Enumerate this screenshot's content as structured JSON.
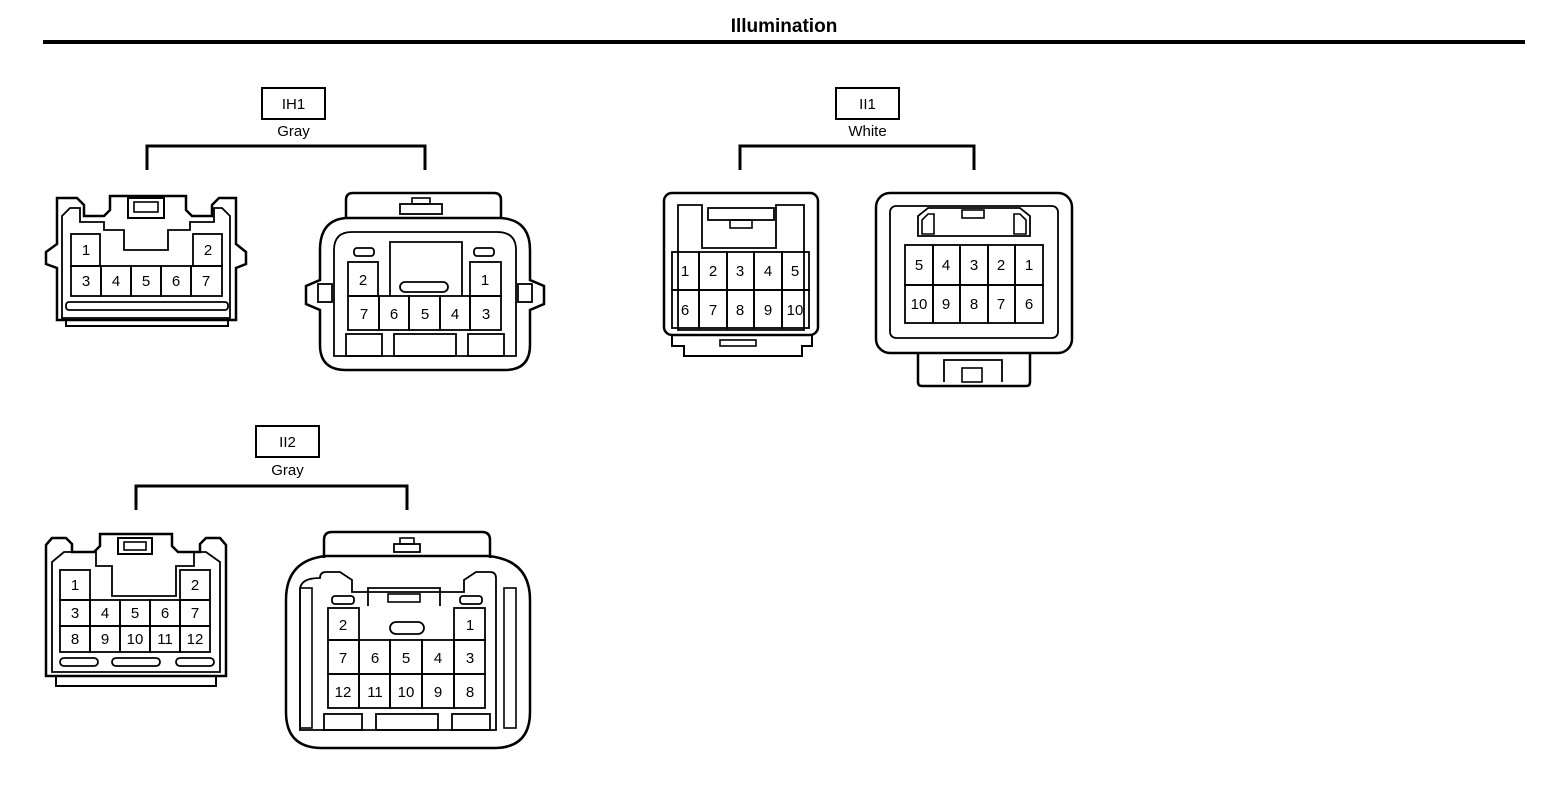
{
  "page": {
    "title": "Illumination"
  },
  "connectors": [
    {
      "code": "IH1",
      "color": "Gray",
      "views": [
        {
          "pins": [
            "1",
            "2",
            "3",
            "4",
            "5",
            "6",
            "7"
          ]
        },
        {
          "pins": [
            "2",
            "1",
            "7",
            "6",
            "5",
            "4",
            "3"
          ]
        }
      ]
    },
    {
      "code": "II1",
      "color": "White",
      "views": [
        {
          "pins": [
            "1",
            "2",
            "3",
            "4",
            "5",
            "6",
            "7",
            "8",
            "9",
            "10"
          ]
        },
        {
          "pins": [
            "5",
            "4",
            "3",
            "2",
            "1",
            "10",
            "9",
            "8",
            "7",
            "6"
          ]
        }
      ]
    },
    {
      "code": "II2",
      "color": "Gray",
      "views": [
        {
          "pins": [
            "1",
            "2",
            "3",
            "4",
            "5",
            "6",
            "7",
            "8",
            "9",
            "10",
            "11",
            "12"
          ]
        },
        {
          "pins": [
            "2",
            "1",
            "7",
            "6",
            "5",
            "4",
            "3",
            "12",
            "11",
            "10",
            "9",
            "8"
          ]
        }
      ]
    }
  ]
}
